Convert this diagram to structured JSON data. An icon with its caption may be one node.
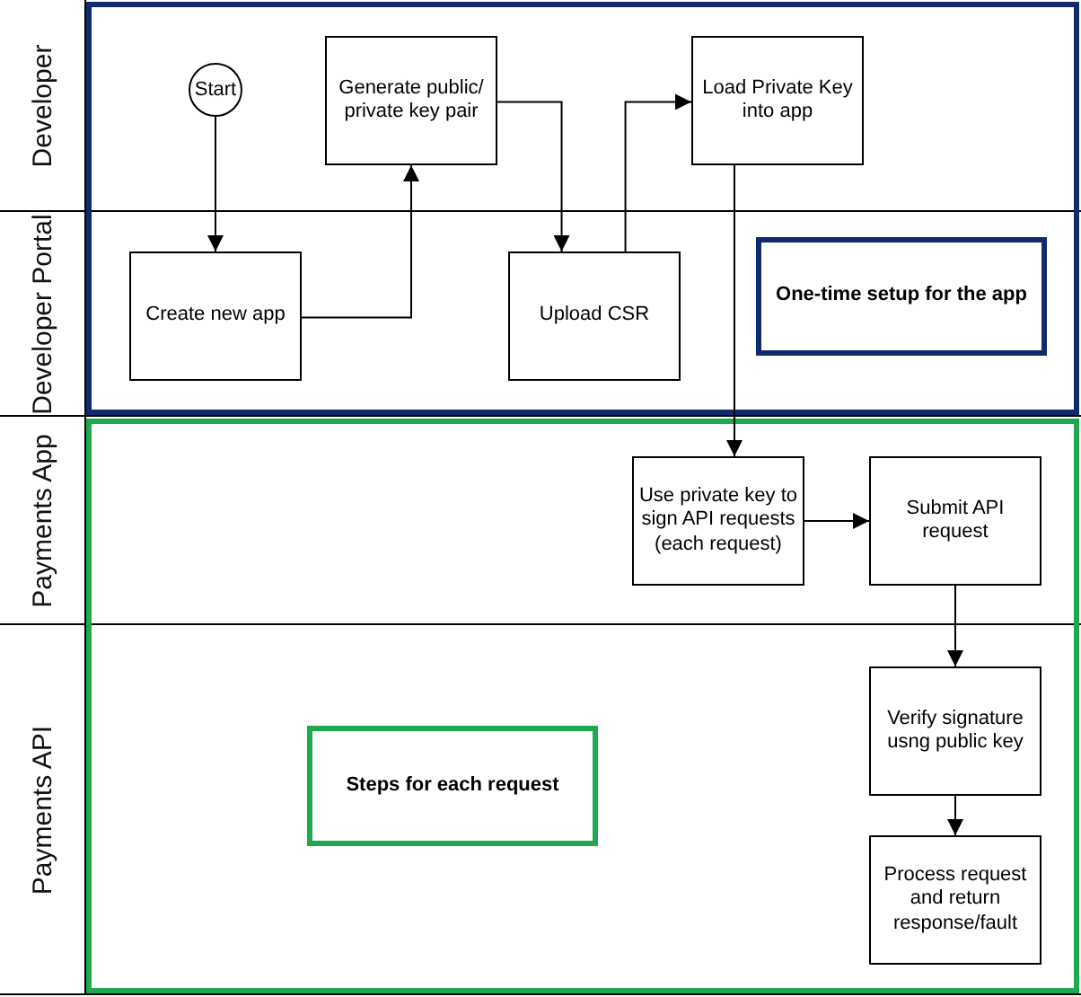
{
  "diagram": {
    "nodes": [
      {
        "text": [
          "Developer"
        ]
      },
      {
        "text": [
          "Developer Portal"
        ]
      },
      {
        "text": [
          "Payments App"
        ]
      },
      {
        "text": [
          "Payments API"
        ]
      },
      {
        "text": [
          "Start"
        ],
        "in": 0
      },
      {
        "text": [
          "Generate public/ private key pair"
        ],
        "in": 0
      },
      {
        "text": [
          "Load Private Key into app"
        ],
        "in": 0
      },
      {
        "text": [
          "Create new app"
        ],
        "in": 1
      },
      {
        "text": [
          "Upload CSR"
        ],
        "in": 1
      },
      {
        "text": [
          "One-time setup for the app"
        ],
        "in": 1
      },
      {
        "text": [
          "Use private key to sign API requests (each request)"
        ],
        "in": 2
      },
      {
        "text": [
          "Submit API request"
        ],
        "in": 2
      },
      {
        "text": [
          "Steps for each request"
        ],
        "in": 3
      },
      {
        "text": [
          "Verify signature usng public key"
        ],
        "in": 3
      },
      {
        "text": [
          "Process request and return response/fault"
        ],
        "in": 3
      }
    ],
    "edges": [
      {
        "from": 4,
        "to": 7,
        "arrow": "to"
      },
      {
        "from": 7,
        "to": 5,
        "arrow": "to"
      },
      {
        "from": 5,
        "to": 8,
        "arrow": "to"
      },
      {
        "from": 8,
        "to": 6,
        "arrow": "to"
      },
      {
        "from": 6,
        "to": 10,
        "arrow": "to"
      },
      {
        "from": 10,
        "to": 11,
        "arrow": "to"
      },
      {
        "from": 11,
        "to": 13,
        "arrow": "to"
      },
      {
        "from": 13,
        "to": 14,
        "arrow": "to"
      }
    ]
  }
}
